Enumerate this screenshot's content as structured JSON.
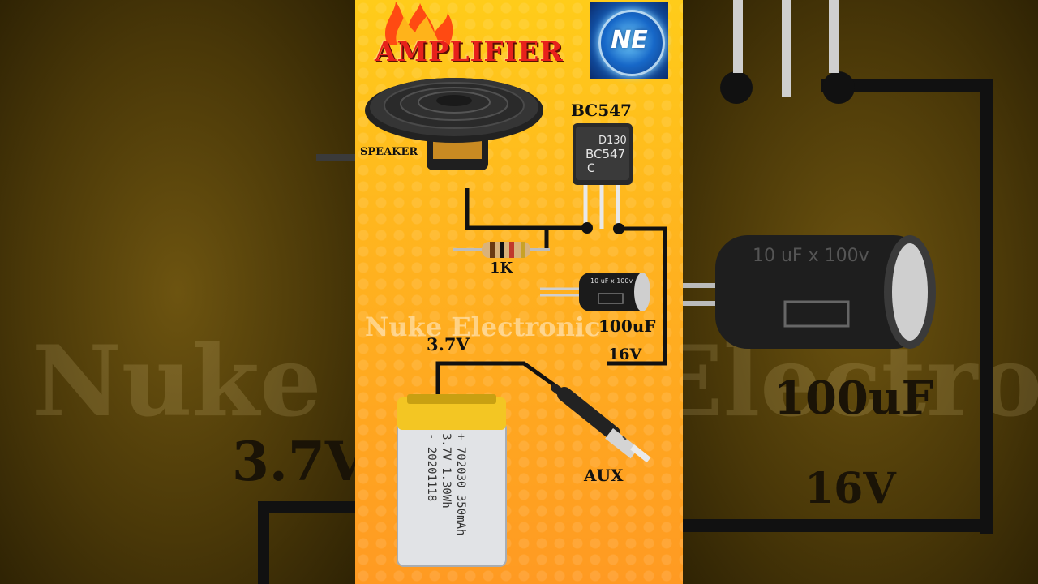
{
  "diagram": {
    "title": "AMPLIFIER",
    "logo_text": "NE",
    "watermark": "Nuke Electronic",
    "labels": {
      "speaker": "SPEAKER",
      "transistor": "BC547",
      "resistor": "1K",
      "capacitor_value": "100uF",
      "capacitor_voltage": "16V",
      "battery_voltage": "3.7V",
      "aux": "AUX"
    },
    "transistor_marking": [
      "D130",
      "BC547",
      "C"
    ],
    "capacitor_marking": "10 uF x 100v",
    "battery_marking": [
      "+ 702030  350mAh",
      "3.7V  1.30Wh",
      "-  20201118"
    ],
    "side_text": {
      "left_voltage": "3.7V",
      "right_value": "100uF",
      "right_voltage": "16V",
      "right_capacitor_marking": "10 uF x 100v"
    },
    "colors": {
      "panel_top": "#ffcc1a",
      "panel_bottom": "#ff9a22",
      "title": "#e8211b",
      "wire": "#111111"
    }
  }
}
